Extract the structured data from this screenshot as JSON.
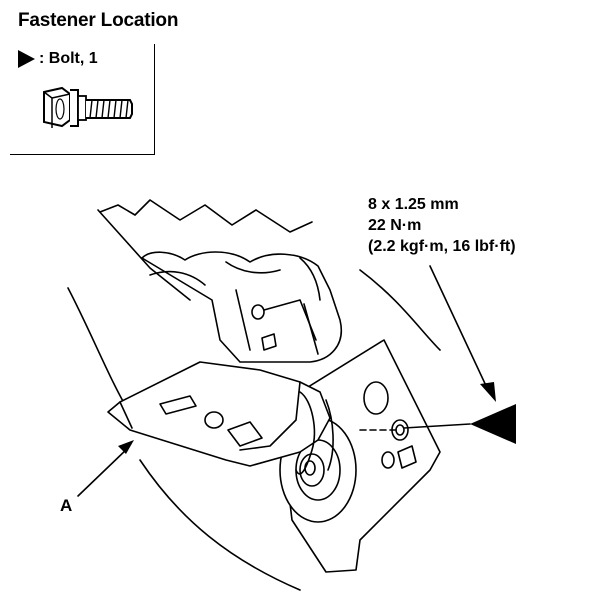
{
  "title": "Fastener Location",
  "legend": {
    "symbol": "triangle",
    "label": ": Bolt, 1"
  },
  "spec": {
    "line1": "8 x 1.25 mm",
    "line2": "22 N·m",
    "line3": "(2.2 kgf·m, 16 lbf·ft)"
  },
  "callout_a": "A",
  "colors": {
    "ink": "#000000",
    "paper": "#ffffff"
  }
}
